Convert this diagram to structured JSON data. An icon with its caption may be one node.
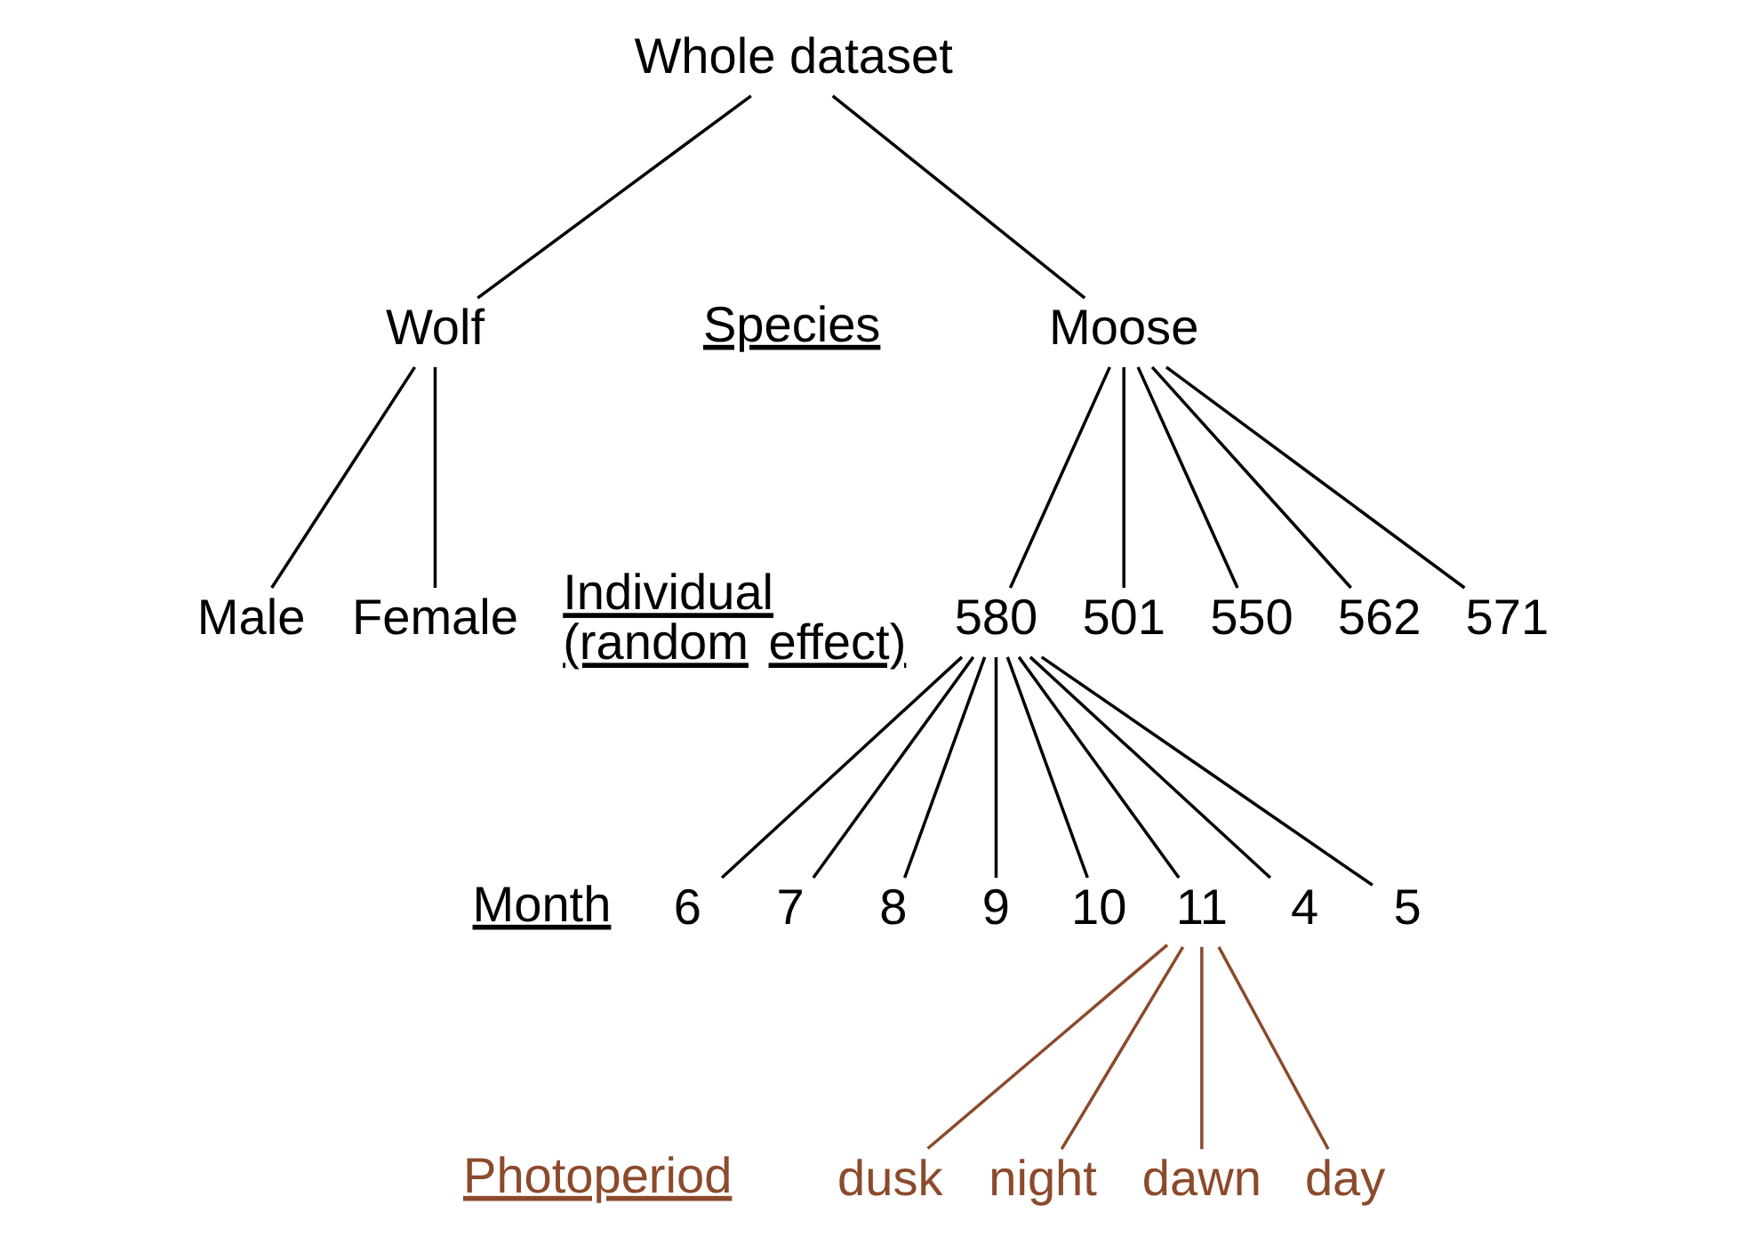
{
  "diagram": {
    "nodes": [
      {
        "text": [
          "Whole dataset"
        ]
      },
      {
        "text": [
          "Moose"
        ]
      },
      {
        "text": [
          "Wolf"
        ]
      },
      {
        "text": [
          "501"
        ]
      },
      {
        "text": [
          "550"
        ]
      },
      {
        "text": [
          "562"
        ]
      },
      {
        "text": [
          "571"
        ]
      },
      {
        "text": [
          "580"
        ]
      },
      {
        "text": [
          "Male"
        ]
      },
      {
        "text": [
          "Female"
        ]
      },
      {
        "text": [
          "4"
        ]
      },
      {
        "text": [
          "5"
        ]
      },
      {
        "text": [
          "6"
        ]
      },
      {
        "text": [
          "7"
        ]
      },
      {
        "text": [
          "8"
        ]
      },
      {
        "text": [
          "9"
        ]
      },
      {
        "text": [
          "10"
        ]
      },
      {
        "text": [
          "11"
        ]
      },
      {
        "text": [
          "dawn"
        ]
      },
      {
        "text": [
          "day"
        ]
      },
      {
        "text": [
          "dusk"
        ]
      },
      {
        "text": [
          "night"
        ]
      }
    ],
    "edges": [
      {
        "from": 0,
        "to": 1,
        "arrow": "none"
      },
      {
        "from": 0,
        "to": 2,
        "arrow": "none"
      },
      {
        "from": 1,
        "to": 3,
        "arrow": "none"
      },
      {
        "from": 1,
        "to": 4,
        "arrow": "none"
      },
      {
        "from": 1,
        "to": 5,
        "arrow": "none"
      },
      {
        "from": 1,
        "to": 6,
        "arrow": "none"
      },
      {
        "from": 1,
        "to": 7,
        "arrow": "none"
      },
      {
        "from": 2,
        "to": 8,
        "arrow": "none"
      },
      {
        "from": 2,
        "to": 9,
        "arrow": "none"
      },
      {
        "from": 7,
        "to": 10,
        "arrow": "none"
      },
      {
        "from": 7,
        "to": 11,
        "arrow": "none"
      },
      {
        "from": 7,
        "to": 12,
        "arrow": "none"
      },
      {
        "from": 7,
        "to": 13,
        "arrow": "none"
      },
      {
        "from": 7,
        "to": 14,
        "arrow": "none"
      },
      {
        "from": 7,
        "to": 15,
        "arrow": "none"
      },
      {
        "from": 7,
        "to": 16,
        "arrow": "none"
      },
      {
        "from": 7,
        "to": 17,
        "arrow": "none"
      },
      {
        "from": 17,
        "to": 18,
        "arrow": "none",
        "color": "#8b4a2b"
      },
      {
        "from": 17,
        "to": 19,
        "arrow": "none",
        "color": "#8b4a2b"
      },
      {
        "from": 17,
        "to": 20,
        "arrow": "none",
        "color": "#8b4a2b"
      },
      {
        "from": 17,
        "to": 21,
        "arrow": "none",
        "color": "#8b4a2b"
      }
    ],
    "labels": [
      "Species",
      "Individual (random effect)",
      "Month",
      "Photoperiod"
    ]
  }
}
